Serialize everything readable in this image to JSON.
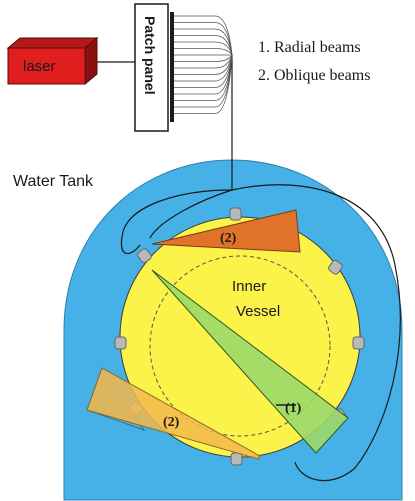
{
  "laser": {
    "label": "laser",
    "color": "#e01e1e"
  },
  "patch_panel": {
    "label": "Patch panel"
  },
  "legend": {
    "item1": "1. Radial beams",
    "item2": "2. Oblique beams"
  },
  "water_tank": {
    "label": "Water Tank",
    "color": "#45b1e6"
  },
  "inner_vessel": {
    "line1": "Inner",
    "line2": "Vessel",
    "color": "#fbf24a"
  },
  "beams": {
    "radial_label": "(1)",
    "oblique_label": "(2)",
    "radial_color": "#9bd86a",
    "oblique_top_color": "#e0722a",
    "oblique_bottom_color": "#f2b94c",
    "external_beam_color": "#5da9c9"
  }
}
